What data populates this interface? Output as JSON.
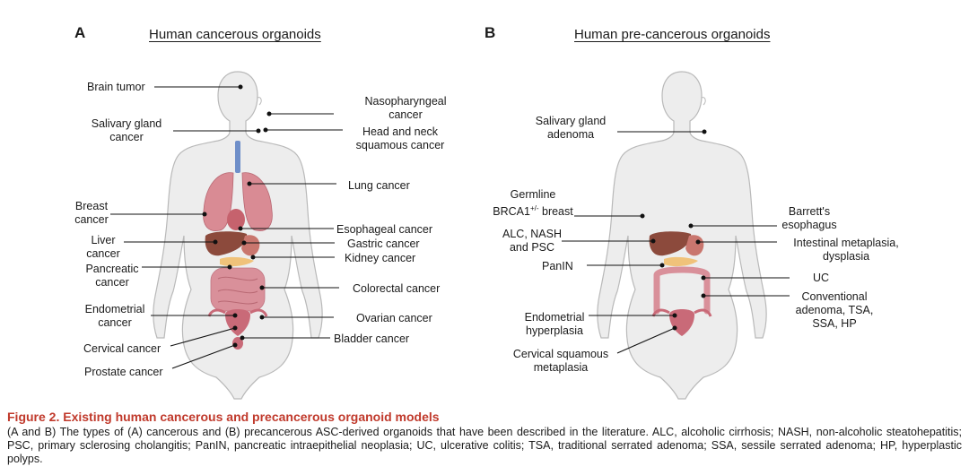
{
  "panel_a": {
    "letter": "A",
    "title": "Human cancerous organoids",
    "labels": {
      "brain_tumor": "Brain tumor",
      "salivary_gland_cancer": [
        "Salivary gland",
        "cancer"
      ],
      "breast_cancer": [
        "Breast",
        "cancer"
      ],
      "liver_cancer": [
        "Liver",
        "cancer"
      ],
      "pancreatic_cancer": [
        "Pancreatic",
        "cancer"
      ],
      "endometrial_cancer": [
        "Endometrial",
        "cancer"
      ],
      "cervical_cancer": "Cervical cancer",
      "prostate_cancer": "Prostate cancer",
      "nasopharyngeal_cancer": [
        "Nasopharyngeal",
        "cancer"
      ],
      "head_neck_cancer": [
        "Head and neck",
        "squamous cancer"
      ],
      "lung_cancer": "Lung cancer",
      "esophageal_cancer": "Esophageal cancer",
      "gastric_cancer": "Gastric cancer",
      "kidney_cancer": "Kidney cancer",
      "colorectal_cancer": "Colorectal cancer",
      "ovarian_cancer": "Ovarian cancer",
      "bladder_cancer": "Bladder cancer"
    }
  },
  "panel_b": {
    "letter": "B",
    "title": "Human pre-cancerous organoids",
    "labels": {
      "salivary_gland_adenoma": [
        "Salivary gland",
        "adenoma"
      ],
      "germline_brca1_breast": [
        "Germline",
        "BRCA1",
        "+/-",
        " breast"
      ],
      "alc_nash_psc": [
        "ALC, NASH",
        "and PSC"
      ],
      "panin": "PanIN",
      "endometrial_hyperplasia": [
        "Endometrial",
        "hyperplasia"
      ],
      "cervical_squamous_metaplasia": [
        "Cervical squamous",
        "metaplasia"
      ],
      "barretts_esophagus": [
        "Barrett's",
        "esophagus"
      ],
      "intestinal_metaplasia": [
        "Intestinal metaplasia,",
        "dysplasia"
      ],
      "uc": "UC",
      "conventional_adenoma": [
        "Conventional",
        "adenoma, TSA,",
        "SSA, HP"
      ]
    }
  },
  "caption": {
    "title": "Figure 2.  Existing human cancerous and precancerous organoid models",
    "body": "(A and B) The types of (A) cancerous and (B) precancerous ASC-derived organoids that have been described in the literature. ALC, alcoholic cirrhosis; NASH, non-alcoholic steatohepatitis; PSC, primary sclerosing cholangitis; PanIN, pancreatic intraepithelial neoplasia; UC, ulcerative colitis; TSA, traditional serrated adenoma; SSA, sessile serrated adenoma; HP, hyperplastic polyps."
  },
  "colors": {
    "caption_title": "#c0392b",
    "body_fill": "#ededed",
    "body_stroke": "#b9b9b9",
    "lung": "#d98b94",
    "liver": "#8c4a3c",
    "intestine": "#d9909a",
    "uterus": "#c96a78",
    "trachea": "#6f8fc9",
    "pancreas": "#f0c27a"
  }
}
